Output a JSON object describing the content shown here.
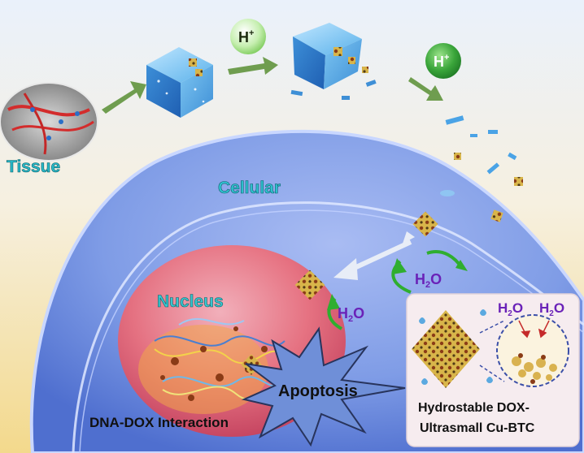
{
  "labels": {
    "tissue": "Tissue",
    "cellular": "Cellular",
    "nucleus": "Nucleus",
    "apoptosis": "Apoptosis",
    "dna_dox": "DNA-DOX Interaction",
    "h_plus_1": "H",
    "h_plus_2": "H",
    "plus": "+",
    "h2o_right": "H",
    "h2o_left": "H",
    "h2o_inset_1": "H",
    "h2o_inset_2": "H",
    "two": "2",
    "o": "O",
    "inset_line1": "Hydrostable DOX-",
    "inset_line2": "Ultrasmall Cu-BTC"
  },
  "colors": {
    "tissue_text": "#27b9c9",
    "cellular_text": "#2fc3cf",
    "h2o_text": "#6a22b8",
    "arrow_green": "#2fae2f",
    "cytoplasm": "#7d9be4",
    "nucleus": "#e9737f"
  }
}
